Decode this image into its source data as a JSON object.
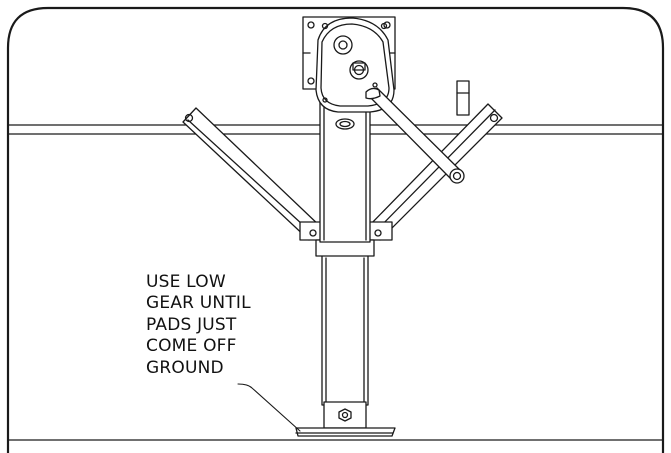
{
  "instruction": {
    "lines": [
      "USE LOW",
      "GEAR UNTIL",
      "PADS JUST",
      "COME OFF",
      "GROUND"
    ]
  },
  "colors": {
    "stroke": "#1a1a1a",
    "background": "#ffffff"
  }
}
